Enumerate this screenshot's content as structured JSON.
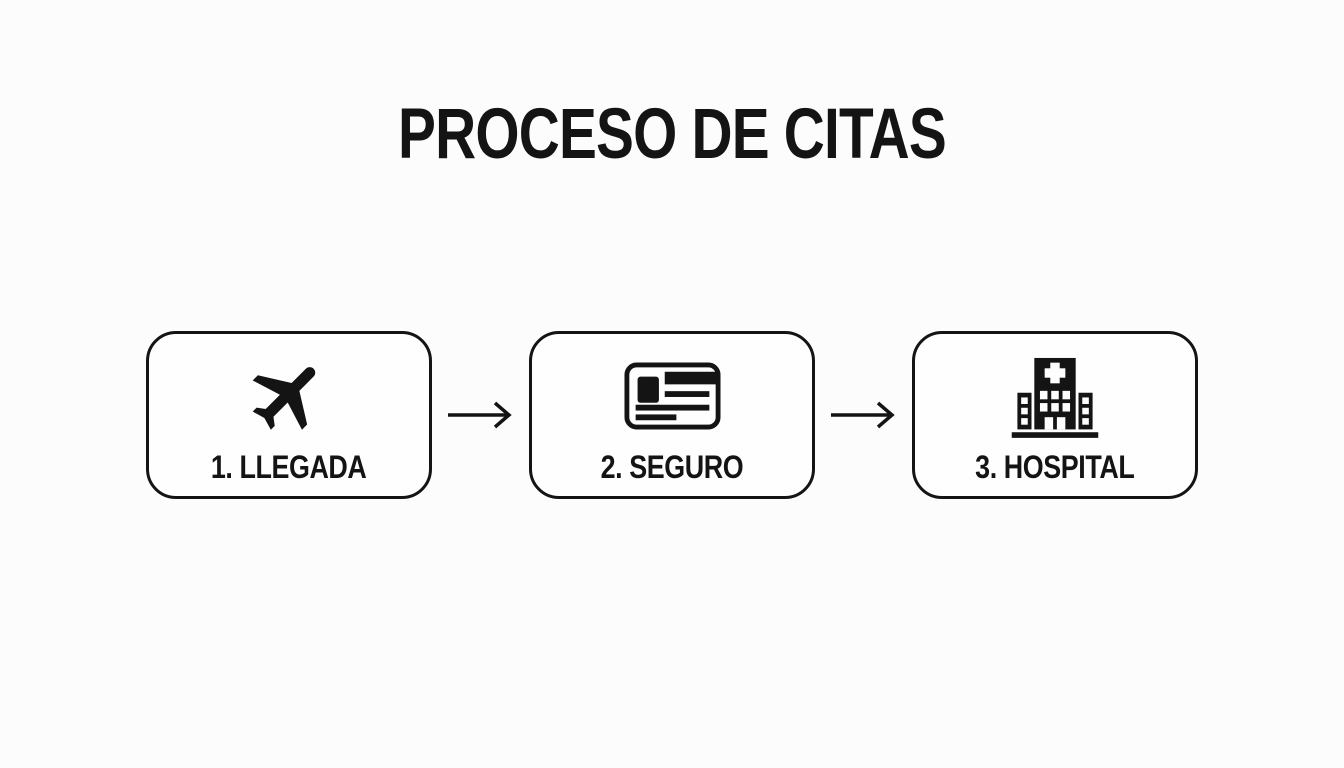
{
  "title": "PROCESO DE CITAS",
  "steps": [
    {
      "label": "1. LLEGADA",
      "icon": "airplane-icon"
    },
    {
      "label": "2. SEGURO",
      "icon": "id-card-icon"
    },
    {
      "label": "3. HOSPITAL",
      "icon": "hospital-icon"
    }
  ],
  "connector": {
    "type": "arrow-right"
  },
  "colors": {
    "page_background": "#fcfcfc",
    "box_background": "#fefefe",
    "ink": "#141414"
  }
}
